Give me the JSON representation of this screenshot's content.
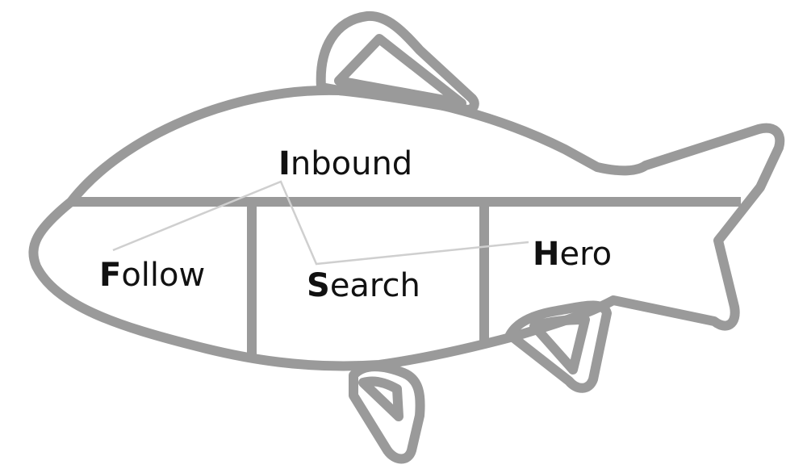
{
  "diagram": {
    "sections": [
      {
        "id": "inbound",
        "initial": "I",
        "rest": "nbound"
      },
      {
        "id": "follow",
        "initial": "F",
        "rest": "ollow"
      },
      {
        "id": "search",
        "initial": "S",
        "rest": "earch"
      },
      {
        "id": "hero",
        "initial": "H",
        "rest": "ero"
      }
    ],
    "colors": {
      "outline": "#9a9a9a",
      "connector": "#cfcfcf",
      "text": "#111111"
    }
  }
}
